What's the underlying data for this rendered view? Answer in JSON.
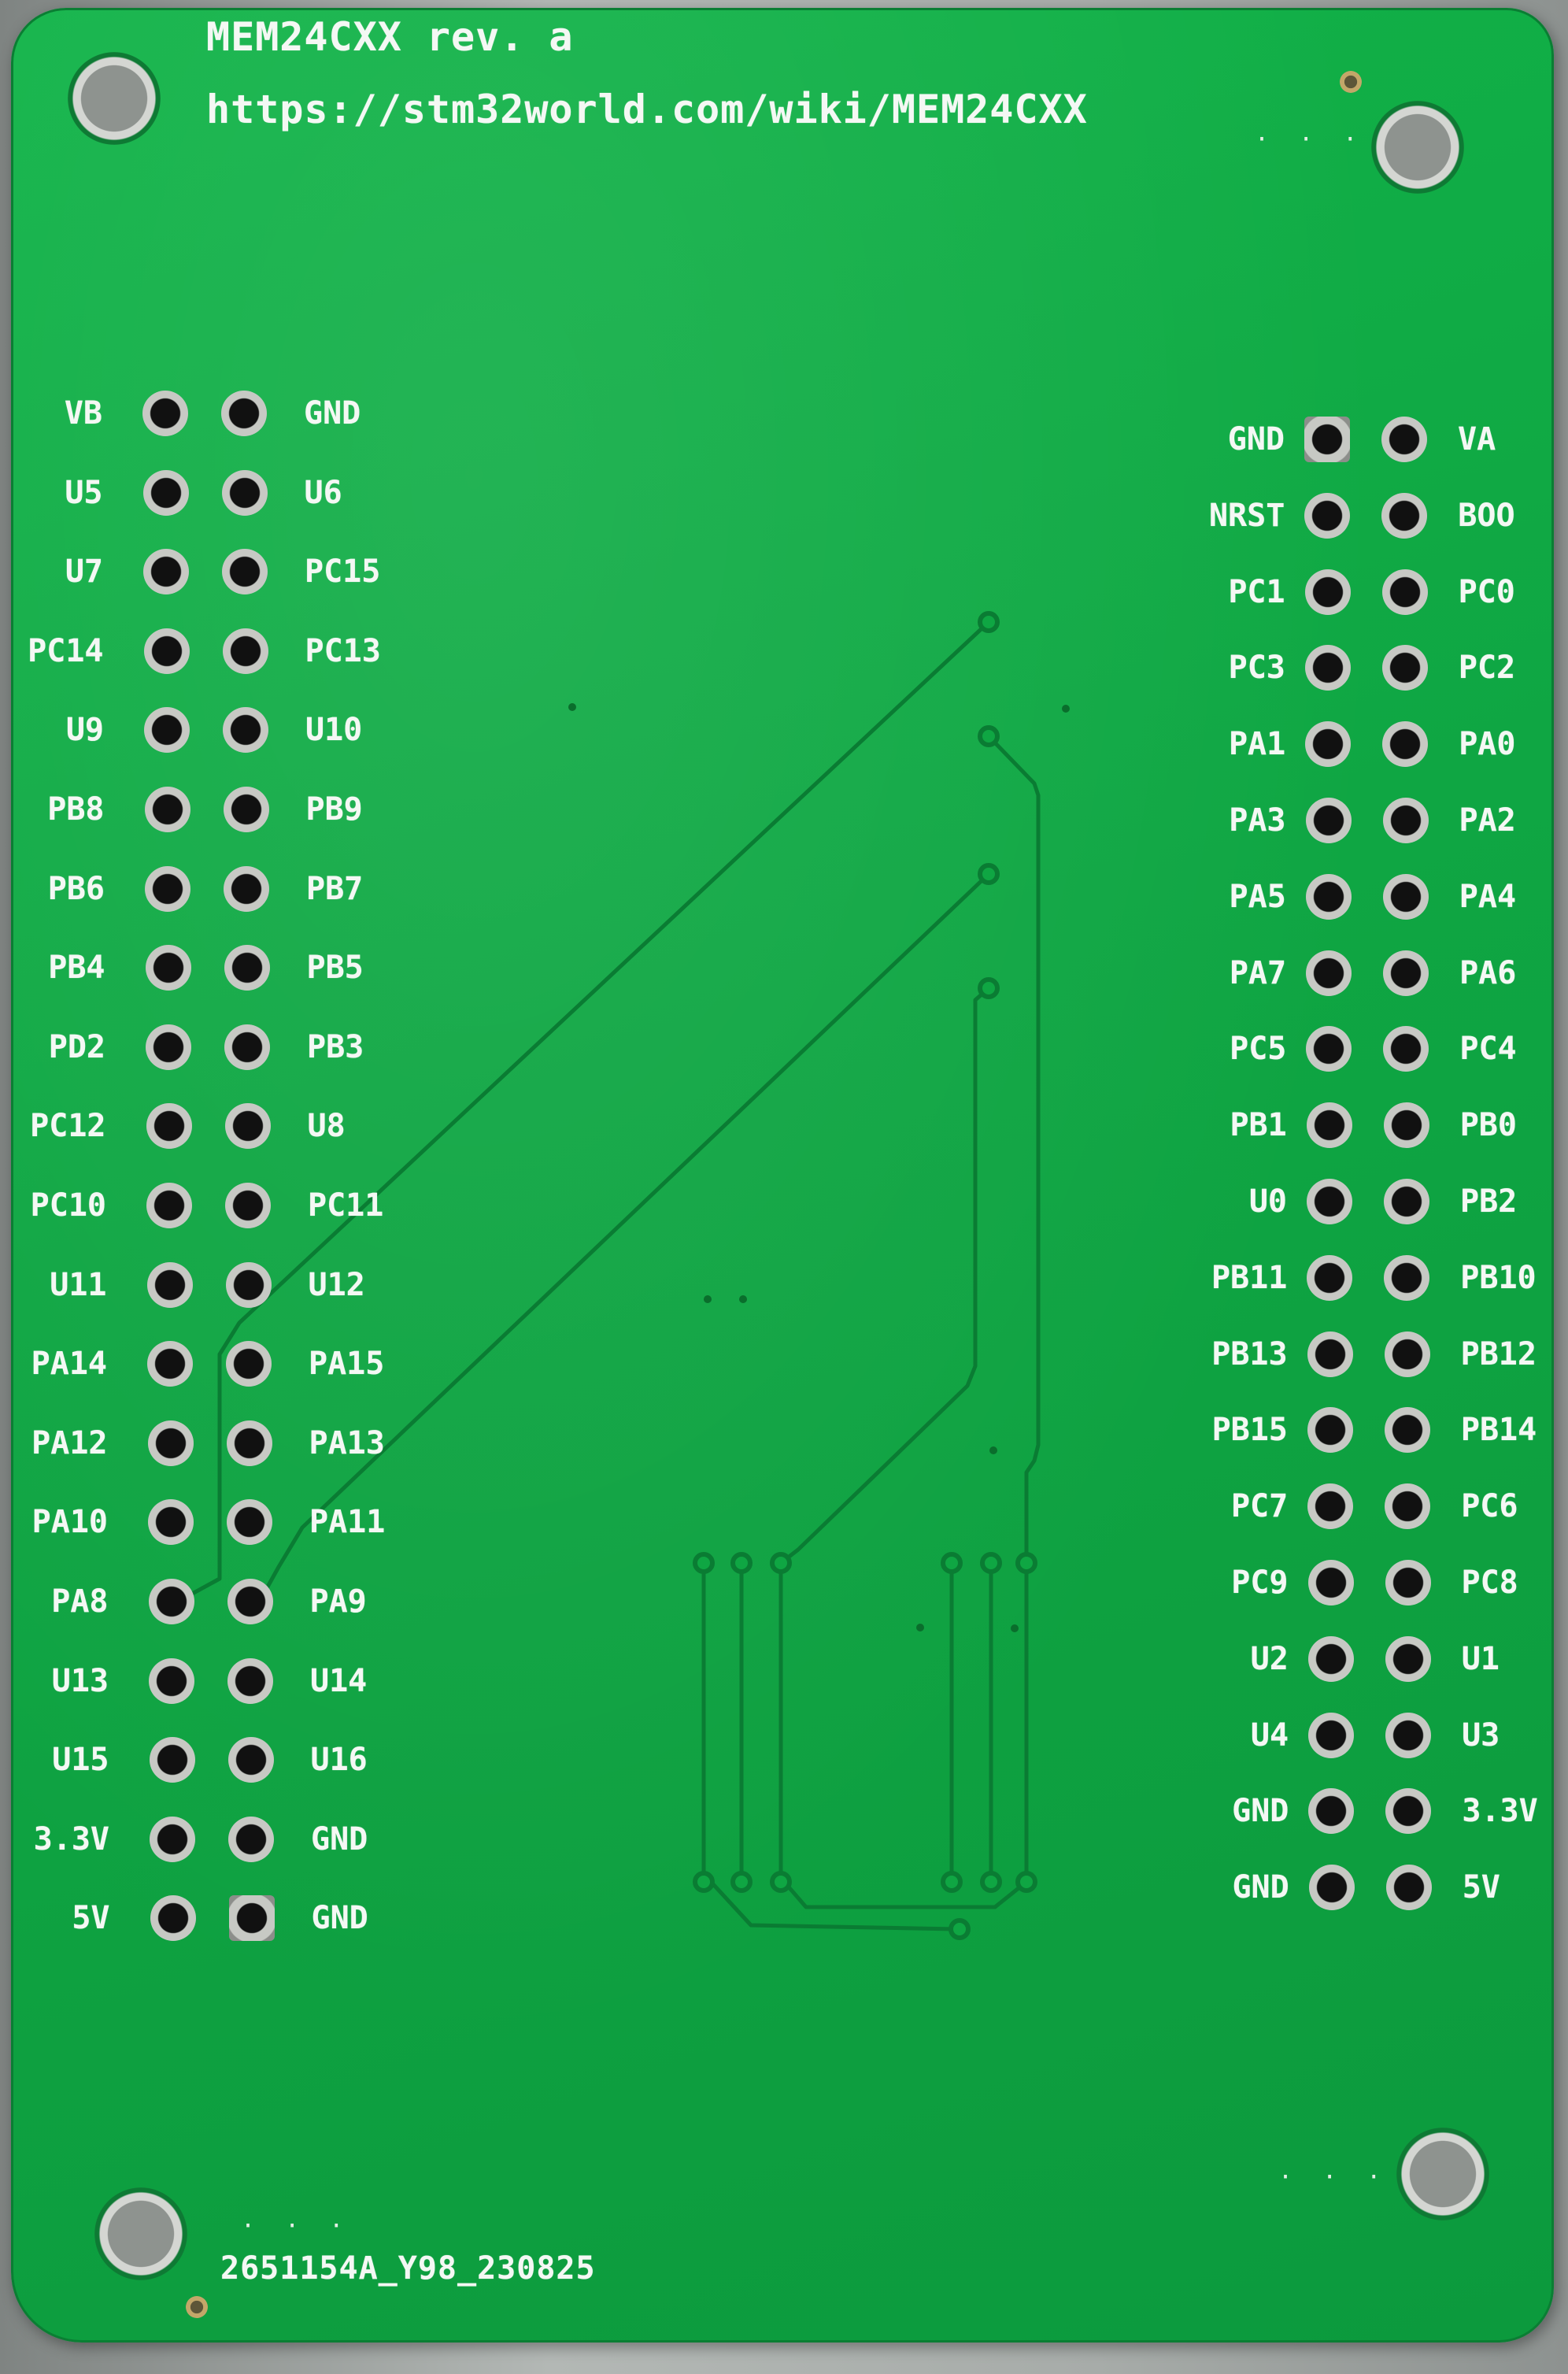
{
  "silkscreen": {
    "title": "MEM24CXX rev. a",
    "url": "https://stm32world.com/wiki/MEM24CXX",
    "board_code": "2651154A_Y98_230825"
  },
  "left_header": {
    "rows": [
      {
        "left": "VB",
        "right": "GND"
      },
      {
        "left": "U5",
        "right": "U6"
      },
      {
        "left": "U7",
        "right": "PC15"
      },
      {
        "left": "PC14",
        "right": "PC13"
      },
      {
        "left": "U9",
        "right": "U10"
      },
      {
        "left": "PB8",
        "right": "PB9"
      },
      {
        "left": "PB6",
        "right": "PB7"
      },
      {
        "left": "PB4",
        "right": "PB5"
      },
      {
        "left": "PD2",
        "right": "PB3"
      },
      {
        "left": "PC12",
        "right": "U8"
      },
      {
        "left": "PC10",
        "right": "PC11"
      },
      {
        "left": "U11",
        "right": "U12"
      },
      {
        "left": "PA14",
        "right": "PA15"
      },
      {
        "left": "PA12",
        "right": "PA13"
      },
      {
        "left": "PA10",
        "right": "PA11"
      },
      {
        "left": "PA8",
        "right": "PA9"
      },
      {
        "left": "U13",
        "right": "U14"
      },
      {
        "left": "U15",
        "right": "U16"
      },
      {
        "left": "3.3V",
        "right": "GND"
      },
      {
        "left": "5V",
        "right": "GND"
      }
    ]
  },
  "right_header": {
    "rows": [
      {
        "left": "GND",
        "right": "VA"
      },
      {
        "left": "NRST",
        "right": "BOO"
      },
      {
        "left": "PC1",
        "right": "PC0"
      },
      {
        "left": "PC3",
        "right": "PC2"
      },
      {
        "left": "PA1",
        "right": "PA0"
      },
      {
        "left": "PA3",
        "right": "PA2"
      },
      {
        "left": "PA5",
        "right": "PA4"
      },
      {
        "left": "PA7",
        "right": "PA6"
      },
      {
        "left": "PC5",
        "right": "PC4"
      },
      {
        "left": "PB1",
        "right": "PB0"
      },
      {
        "left": "U0",
        "right": "PB2"
      },
      {
        "left": "PB11",
        "right": "PB10"
      },
      {
        "left": "PB13",
        "right": "PB12"
      },
      {
        "left": "PB15",
        "right": "PB14"
      },
      {
        "left": "PC7",
        "right": "PC6"
      },
      {
        "left": "PC9",
        "right": "PC8"
      },
      {
        "left": "U2",
        "right": "U1"
      },
      {
        "left": "U4",
        "right": "U3"
      },
      {
        "left": "GND",
        "right": "3.3V"
      },
      {
        "left": "GND",
        "right": "5V"
      }
    ]
  },
  "colors": {
    "board": "#0fa643",
    "trace": "#0a7c33",
    "silkscreen": "#f4f8f4"
  }
}
